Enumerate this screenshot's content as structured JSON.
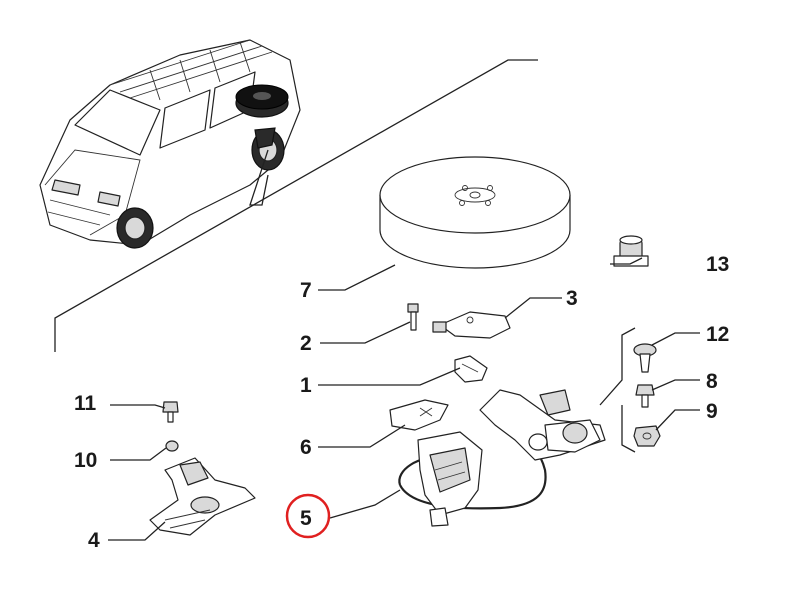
{
  "callouts": [
    {
      "id": "1",
      "label": "1"
    },
    {
      "id": "2",
      "label": "2"
    },
    {
      "id": "3",
      "label": "3"
    },
    {
      "id": "4",
      "label": "4"
    },
    {
      "id": "5",
      "label": "5"
    },
    {
      "id": "6",
      "label": "6"
    },
    {
      "id": "7",
      "label": "7"
    },
    {
      "id": "8",
      "label": "8"
    },
    {
      "id": "9",
      "label": "9"
    },
    {
      "id": "10",
      "label": "10"
    },
    {
      "id": "11",
      "label": "11"
    },
    {
      "id": "12",
      "label": "12"
    },
    {
      "id": "13",
      "label": "13"
    }
  ],
  "highlight": {
    "callout": "5",
    "color": "#e02020"
  },
  "colors": {
    "ink": "#1a1a1a",
    "tire_fill": "#ffffff",
    "wheel_dark": "#222222"
  }
}
